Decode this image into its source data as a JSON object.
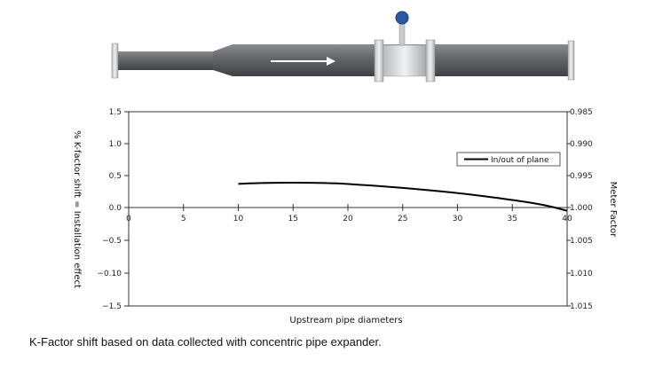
{
  "caption": "K-Factor shift based on data collected with concentric pipe expander.",
  "chart_data": {
    "type": "line",
    "xlabel": "Upstream pipe diameters",
    "ylabel": "% K-factor shift = Installation effect",
    "y2label": "Meter Factor",
    "xlim": [
      0,
      40
    ],
    "x_ticks": [
      0,
      5,
      10,
      15,
      20,
      25,
      30,
      35,
      40
    ],
    "y_ticks": [
      1.5,
      1.0,
      0.5,
      0.0,
      -0.5,
      -0.1,
      -1.5
    ],
    "y_tick_labels": [
      "1.5",
      "1.0",
      "0.5",
      "0.0",
      "−0.5",
      "−0.10",
      "−1.5"
    ],
    "y2_tick_labels": [
      "0.985",
      "0.990",
      "0.995",
      "1.000",
      "1.005",
      "1.010",
      "1.015"
    ],
    "grid": false,
    "legend_position": "upper-right",
    "series": [
      {
        "name": "In/out of plane",
        "x": [
          10,
          12,
          15,
          18,
          20,
          25,
          30,
          35,
          38,
          40
        ],
        "y": [
          0.37,
          0.385,
          0.39,
          0.385,
          0.37,
          0.31,
          0.23,
          0.12,
          0.04,
          -0.05
        ]
      }
    ]
  },
  "colors": {
    "line": "#000000",
    "axis": "#333333",
    "pipe": "#5a5c60",
    "flange": "#d4d6da",
    "sensor": "#2c5aa0"
  }
}
